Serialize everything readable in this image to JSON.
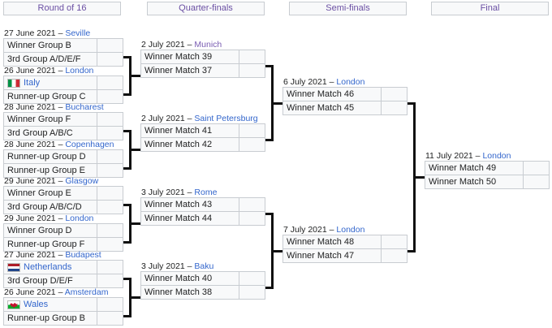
{
  "headers": [
    {
      "label": "Round of 16"
    },
    {
      "label": "Quarter-finals"
    },
    {
      "label": "Semi-finals"
    },
    {
      "label": "Final"
    }
  ],
  "round_of_16": [
    {
      "date": "27 June 2021",
      "venue": "Seville",
      "venue_state": "link",
      "teams": [
        {
          "name": "Winner Group B",
          "score": "",
          "flag": "",
          "link": false
        },
        {
          "name": "3rd Group A/D/E/F",
          "score": "",
          "flag": "",
          "link": false
        }
      ]
    },
    {
      "date": "26 June 2021",
      "venue": "London",
      "venue_state": "link",
      "teams": [
        {
          "name": "Italy",
          "score": "",
          "flag": "italy",
          "link": true
        },
        {
          "name": "Runner-up Group C",
          "score": "",
          "flag": "",
          "link": false
        }
      ]
    },
    {
      "date": "28 June 2021",
      "venue": "Bucharest",
      "venue_state": "link",
      "teams": [
        {
          "name": "Winner Group F",
          "score": "",
          "flag": "",
          "link": false
        },
        {
          "name": "3rd Group A/B/C",
          "score": "",
          "flag": "",
          "link": false
        }
      ]
    },
    {
      "date": "28 June 2021",
      "venue": "Copenhagen",
      "venue_state": "link",
      "teams": [
        {
          "name": "Runner-up Group D",
          "score": "",
          "flag": "",
          "link": false
        },
        {
          "name": "Runner-up Group E",
          "score": "",
          "flag": "",
          "link": false
        }
      ]
    },
    {
      "date": "29 June 2021",
      "venue": "Glasgow",
      "venue_state": "link",
      "teams": [
        {
          "name": "Winner Group E",
          "score": "",
          "flag": "",
          "link": false
        },
        {
          "name": "3rd Group A/B/C/D",
          "score": "",
          "flag": "",
          "link": false
        }
      ]
    },
    {
      "date": "29 June 2021",
      "venue": "London",
      "venue_state": "link",
      "teams": [
        {
          "name": "Winner Group D",
          "score": "",
          "flag": "",
          "link": false
        },
        {
          "name": "Runner-up Group F",
          "score": "",
          "flag": "",
          "link": false
        }
      ]
    },
    {
      "date": "27 June 2021",
      "venue": "Budapest",
      "venue_state": "link",
      "teams": [
        {
          "name": "Netherlands",
          "score": "",
          "flag": "netherlands",
          "link": true
        },
        {
          "name": "3rd Group D/E/F",
          "score": "",
          "flag": "",
          "link": false
        }
      ]
    },
    {
      "date": "26 June 2021",
      "venue": "Amsterdam",
      "venue_state": "link",
      "teams": [
        {
          "name": "Wales",
          "score": "",
          "flag": "wales",
          "link": true
        },
        {
          "name": "Runner-up Group B",
          "score": "",
          "flag": "",
          "link": false
        }
      ]
    }
  ],
  "quarter_finals": [
    {
      "date": "2 July 2021",
      "venue": "Munich",
      "venue_state": "visited",
      "teams": [
        {
          "name": "Winner Match 39",
          "score": "",
          "flag": "",
          "link": false
        },
        {
          "name": "Winner Match 37",
          "score": "",
          "flag": "",
          "link": false
        }
      ]
    },
    {
      "date": "2 July 2021",
      "venue": "Saint Petersburg",
      "venue_state": "link",
      "teams": [
        {
          "name": "Winner Match 41",
          "score": "",
          "flag": "",
          "link": false
        },
        {
          "name": "Winner Match 42",
          "score": "",
          "flag": "",
          "link": false
        }
      ]
    },
    {
      "date": "3 July 2021",
      "venue": "Rome",
      "venue_state": "link",
      "teams": [
        {
          "name": "Winner Match 43",
          "score": "",
          "flag": "",
          "link": false
        },
        {
          "name": "Winner Match 44",
          "score": "",
          "flag": "",
          "link": false
        }
      ]
    },
    {
      "date": "3 July 2021",
      "venue": "Baku",
      "venue_state": "link",
      "teams": [
        {
          "name": "Winner Match 40",
          "score": "",
          "flag": "",
          "link": false
        },
        {
          "name": "Winner Match 38",
          "score": "",
          "flag": "",
          "link": false
        }
      ]
    }
  ],
  "semi_finals": [
    {
      "date": "6 July 2021",
      "venue": "London",
      "venue_state": "link",
      "teams": [
        {
          "name": "Winner Match 46",
          "score": "",
          "flag": "",
          "link": false
        },
        {
          "name": "Winner Match 45",
          "score": "",
          "flag": "",
          "link": false
        }
      ]
    },
    {
      "date": "7 July 2021",
      "venue": "London",
      "venue_state": "link",
      "teams": [
        {
          "name": "Winner Match 48",
          "score": "",
          "flag": "",
          "link": false
        },
        {
          "name": "Winner Match 47",
          "score": "",
          "flag": "",
          "link": false
        }
      ]
    }
  ],
  "final": [
    {
      "date": "11 July 2021",
      "venue": "London",
      "venue_state": "link",
      "teams": [
        {
          "name": "Winner Match 49",
          "score": "",
          "flag": "",
          "link": false
        },
        {
          "name": "Winner Match 50",
          "score": "",
          "flag": "",
          "link": false
        }
      ]
    }
  ],
  "separator": " – ",
  "colors": {
    "link": "#3366cc",
    "visited": "#795cb2",
    "header_text": "#6a4fa3",
    "cell_bg": "#f8f9fa",
    "cell_border": "#c8ccd1",
    "connector": "#111111"
  }
}
